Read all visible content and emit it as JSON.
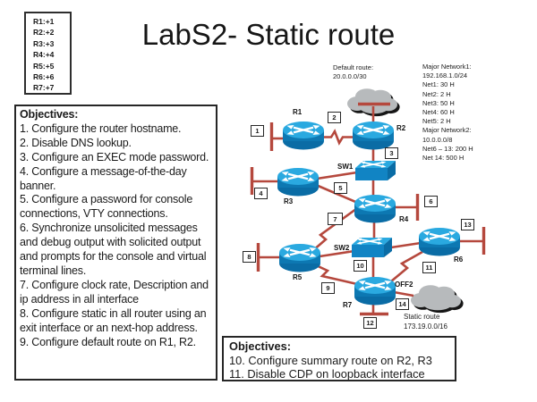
{
  "slide": {
    "title": "LabS2- Static route"
  },
  "legend_box": {
    "lines": [
      "R1:+1",
      "R2:+2",
      "R3:+3",
      "R4:+4",
      "R5:+5",
      "R6:+6",
      "R7:+7"
    ]
  },
  "objectives_main": {
    "heading": "Objectives:",
    "items": [
      "1. Configure the router hostname.",
      "2. Disable DNS lookup.",
      "3. Configure an EXEC mode password.",
      "4. Configure a message-of-the-day banner.",
      "5. Configure a password for console connections, VTY connections.",
      "6. Synchronize unsolicited messages and debug output with solicited output and prompts for the console and virtual terminal lines.",
      "7. Configure clock rate, Description and ip address in all interface",
      "8. Configure static in all router using an exit interface or an next-hop address.",
      "9. Configure default route on R1, R2."
    ]
  },
  "objectives_extra": {
    "heading": "Objectives:",
    "items": [
      "10. Configure summary route on R2, R3",
      "11. Disable CDP on loopback interface"
    ]
  },
  "annotations": {
    "default_route": {
      "line1": "Default route:",
      "line2": "20.0.0.0/30"
    },
    "major_network_lines": [
      "Major Network1:",
      "192.168.1.0/24",
      "Net1: 30 H",
      "Net2: 2 H",
      "Net3: 50 H",
      "Net4: 60 H",
      "Net5: 2 H",
      "Major Network2:",
      "10.0.0.0/8",
      "Net6 – 13: 200 H",
      "Net 14: 500 H"
    ],
    "static_route": {
      "line1": "Static route",
      "line2": "173.19.0.0/16"
    }
  },
  "diagram": {
    "devices": {
      "r1": {
        "label": "R1",
        "type": "router"
      },
      "r2": {
        "label": "R2",
        "type": "router"
      },
      "r3": {
        "label": "R3",
        "type": "router"
      },
      "r4": {
        "label": "R4",
        "type": "router"
      },
      "r5": {
        "label": "R5",
        "type": "router"
      },
      "r6": {
        "label": "R6",
        "type": "router"
      },
      "r7": {
        "label": "R7",
        "type": "router"
      },
      "sw1": {
        "label": "SW1",
        "type": "switch"
      },
      "sw2": {
        "label": "SW2",
        "type": "switch"
      },
      "off2": {
        "label": "OFF2",
        "type": "cloud"
      }
    },
    "net_labels": [
      "1",
      "2",
      "3",
      "4",
      "5",
      "6",
      "7",
      "8",
      "9",
      "10",
      "11",
      "12",
      "13",
      "14"
    ],
    "colors": {
      "link": "#b5483d",
      "router_body": "#0d78b2",
      "router_top": "#2aa9e0",
      "cloud": "#b7babc"
    }
  }
}
